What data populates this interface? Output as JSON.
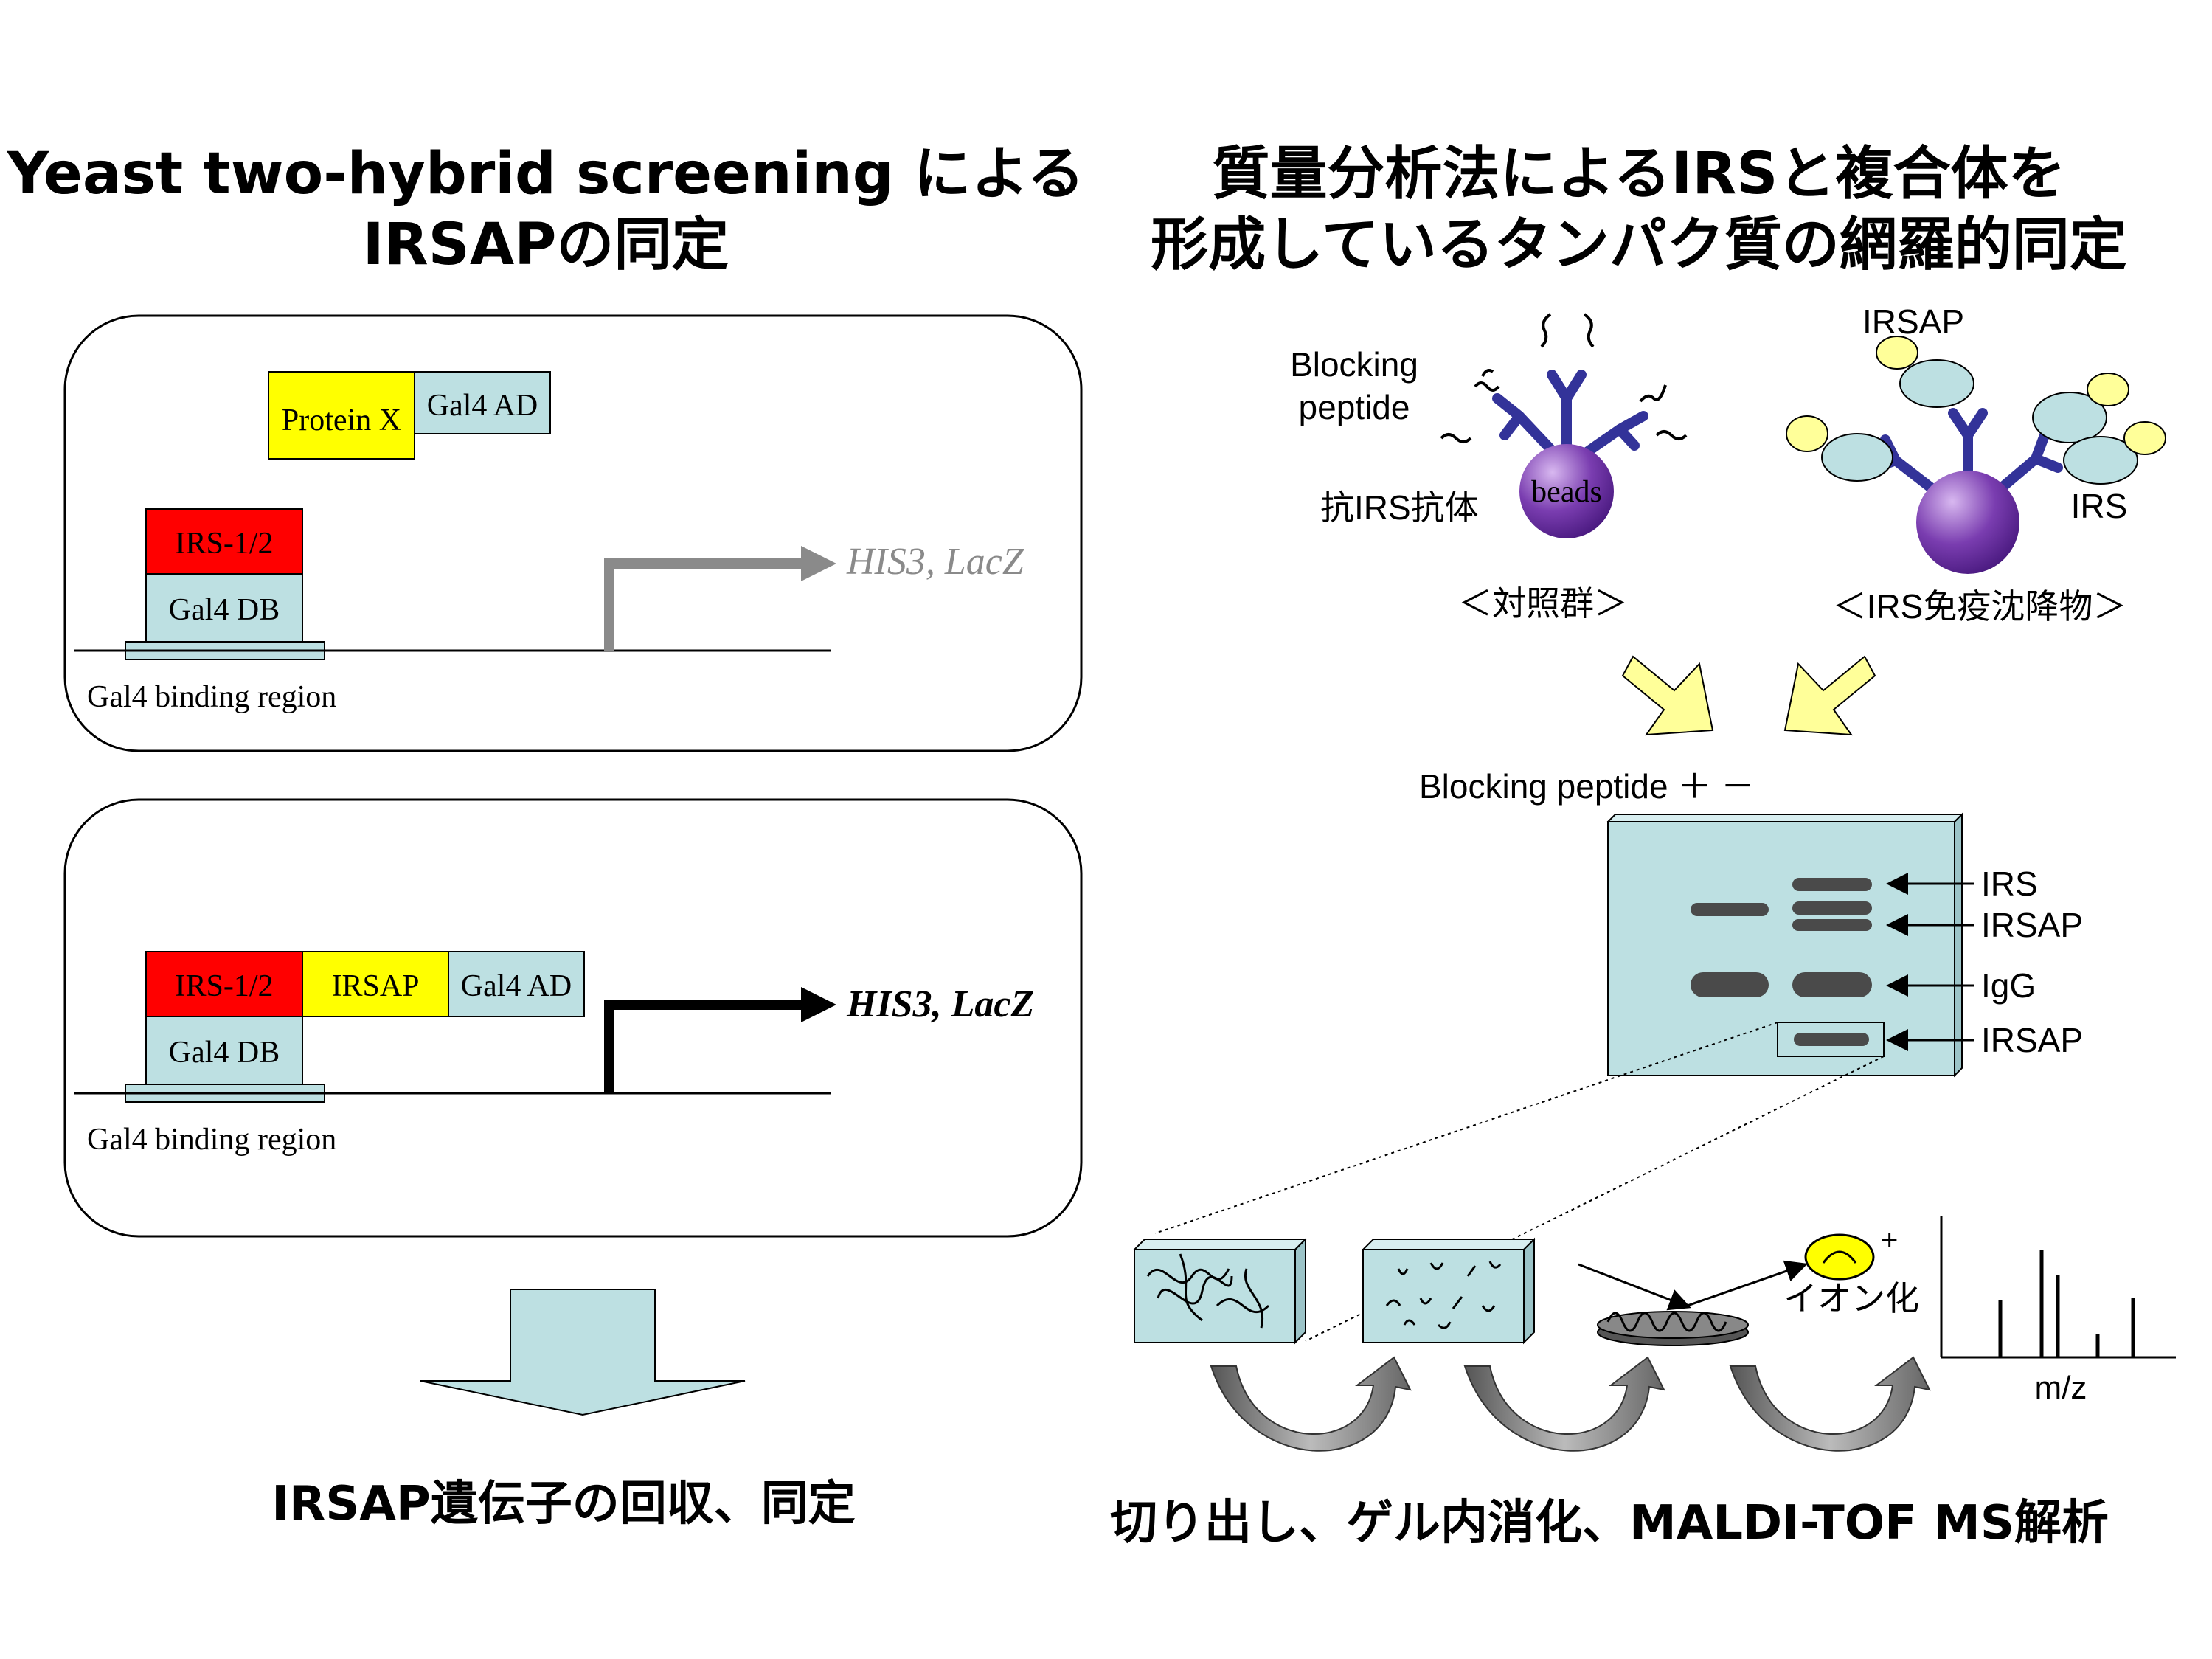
{
  "left": {
    "title_line1": "Yeast two-hybrid screening による",
    "title_line2": "IRSAPの同定",
    "panel1": {
      "protein_x": "Protein X",
      "gal4_ad": "Gal4 AD",
      "irs12": "IRS-1/2",
      "gal4_db": "Gal4 DB",
      "reporter": "HIS3, LacZ",
      "binding_region": "Gal4 binding region"
    },
    "panel2": {
      "irs12": "IRS-1/2",
      "irsap": "IRSAP",
      "gal4_ad": "Gal4 AD",
      "gal4_db": "Gal4 DB",
      "reporter": "HIS3, LacZ",
      "binding_region": "Gal4 binding region"
    },
    "result": "IRSAP遺伝子の回収、同定"
  },
  "right": {
    "title_line1": "質量分析法によるIRSと複合体を",
    "title_line2": "形成しているタンパク質の網羅的同定",
    "blocking_peptide_line1": "Blocking",
    "blocking_peptide_line2": "peptide",
    "anti_irs": "抗IRS抗体",
    "beads": "beads",
    "irsap_label": "IRSAP",
    "irs_label": "IRS",
    "control": "＜対照群＞",
    "ip": "＜IRS免疫沈降物＞",
    "gel_header": "Blocking peptide ＋ －",
    "bands": [
      "IRS",
      "IRSAP",
      "IgG",
      "IRSAP"
    ],
    "ionization": "イオン化",
    "plus": "+",
    "mz": "m/z",
    "result": "切り出し、ゲル内消化、MALDI-TOF MS解析"
  },
  "colors": {
    "cyan": "#bde0e2",
    "yellow": "#ffff00",
    "red": "#ff0000",
    "antibody": "#333399",
    "bead": "#7a3db0",
    "band": "#4a4a4a",
    "arrow_yellow": "#ffff99",
    "arrow_gray": "#888888"
  }
}
